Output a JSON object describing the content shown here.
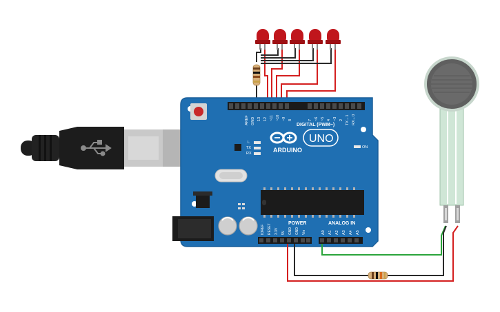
{
  "board": {
    "brand": "ARDUINO",
    "model": "UNO",
    "digital_header_label": "DIGITAL (PWM~)",
    "digital_pins": [
      "AREF",
      "GND",
      "13",
      "12",
      "~11",
      "~10",
      "~9",
      "8",
      "7",
      "~6",
      "~5",
      "4",
      "~3",
      "2",
      "TX→1",
      "RX←0"
    ],
    "power_header_label": "POWER",
    "power_pins": [
      "IOREF",
      "RESET",
      "3.3V",
      "5V",
      "GND",
      "GND",
      "Vin"
    ],
    "analog_header_label": "ANALOG IN",
    "analog_pins": [
      "A0",
      "A1",
      "A2",
      "A3",
      "A4",
      "A5"
    ],
    "led_labels": {
      "l": "L",
      "tx": "TX",
      "rx": "RX",
      "on": "ON"
    }
  },
  "components": {
    "leds": {
      "count": 5,
      "color": "#c0161c"
    },
    "resistors": [
      "led-current-limit-resistor",
      "sensor-pulldown-resistor"
    ],
    "sensor": "force-sensitive-resistor",
    "cable": "usb-b-cable"
  },
  "colors": {
    "board": "#1f6fb2",
    "board_edge": "#1a5f99",
    "wire_red": "#d41f1f",
    "wire_black": "#2a2a2a",
    "wire_green": "#2aa43a",
    "led": "#c0161c",
    "usb_grey": "#bfbfbf",
    "usb_black": "#1e1e1e"
  }
}
